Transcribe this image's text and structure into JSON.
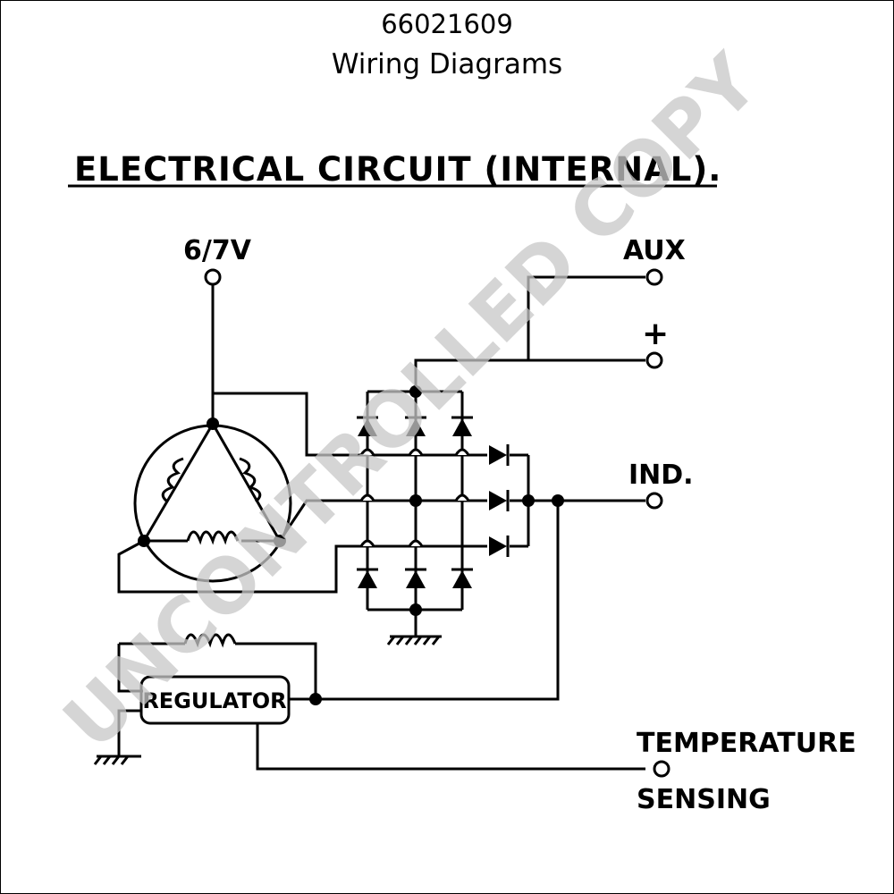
{
  "header": {
    "code": "66021609",
    "subtitle": "Wiring Diagrams"
  },
  "diagram": {
    "title": "ELECTRICAL CIRCUIT (INTERNAL).",
    "terminals": {
      "v67": "6/7V",
      "aux": "AUX",
      "plus": "+",
      "ind": "IND.",
      "temp_line1": "TEMPERATURE",
      "temp_line2": "SENSING"
    },
    "regulator_label": "REGULATOR"
  },
  "watermark": "UNCONTROLLED COPY",
  "colors": {
    "ink": "#000000",
    "watermark": "#c8c8c8",
    "background": "#ffffff"
  }
}
